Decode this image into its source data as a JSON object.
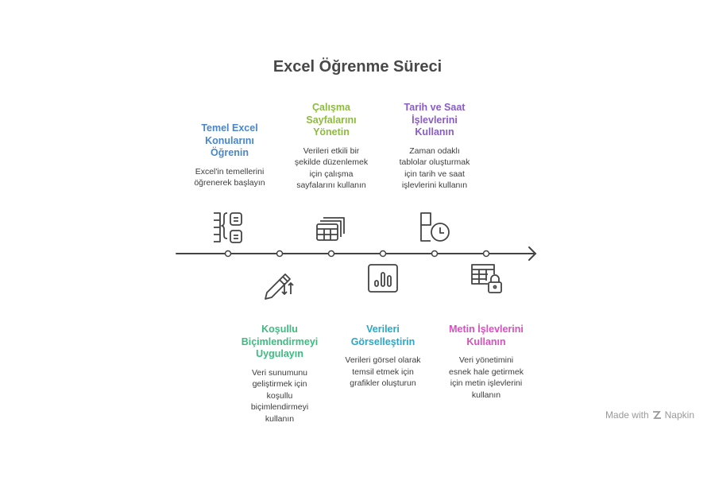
{
  "title": "Excel Öğrenme Süreci",
  "steps": [
    {
      "title": "Temel Excel\nKonularını\nÖğrenin",
      "desc": "Excel'in temellerini\nöğrenerek başlayın",
      "color": "#4a86c8",
      "icon": "spreadsheet-braces-icon"
    },
    {
      "title": "Koşullu\nBiçimlendirmeyi\nUygulayın",
      "desc": "Veri sunumunu\ngeliştirmek için\nkoşullu\nbiçimlendirmeyi\nkullanın",
      "color": "#3dbb80",
      "icon": "pencil-sort-icon"
    },
    {
      "title": "Çalışma\nSayfalarını\nYönetin",
      "desc": "Verileri etkili bir\nşekilde düzenlemek\niçin çalışma\nsayfalarını kullanın",
      "color": "#8dbb3c",
      "icon": "stacked-sheets-icon"
    },
    {
      "title": "Verileri\nGörselleştirin",
      "desc": "Verileri görsel olarak\ntemsil etmek için\ngrafikler oluşturun",
      "color": "#2aa7c8",
      "icon": "bar-chart-icon"
    },
    {
      "title": "Tarih ve Saat\nİşlevlerini\nKullanın",
      "desc": "Zaman odaklı\ntablolar oluşturmak\niçin tarih ve saat\nişlevlerini kullanın",
      "color": "#8a5cc8",
      "icon": "calendar-clock-icon"
    },
    {
      "title": "Metin İşlevlerini\nKullanın",
      "desc": "Veri yönetimini\nesnek hale getirmek\niçin metin işlevlerini\nkullanın",
      "color": "#d94fc0",
      "icon": "table-lock-icon"
    }
  ],
  "footer": {
    "made_with": "Made with",
    "brand": "Napkin"
  }
}
